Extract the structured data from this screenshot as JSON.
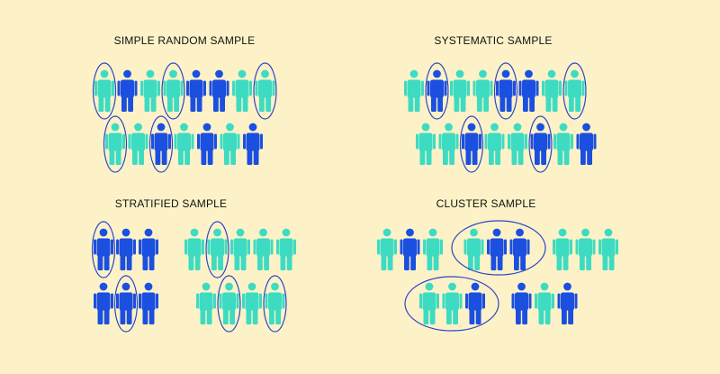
{
  "colors": {
    "background": "#FDF2C7",
    "teal": "#3DDCC2",
    "blue": "#1A4FE0",
    "outline": "#2A45C8",
    "title_text": "#111111"
  },
  "icon": "person-icon",
  "panels": [
    {
      "key": "simple-random-sample",
      "title": "SIMPLE RANDOM SAMPLE",
      "rows": [
        {
          "people": [
            "teal",
            "blue",
            "teal",
            "teal",
            "blue",
            "blue",
            "teal",
            "teal"
          ],
          "selected": [
            0,
            3,
            7
          ]
        },
        {
          "people": [
            "teal",
            "teal",
            "blue",
            "teal",
            "blue",
            "teal",
            "blue"
          ],
          "selected": [
            0,
            2
          ]
        }
      ],
      "groups": []
    },
    {
      "key": "systematic-sample",
      "title": "SYSTEMATIC SAMPLE",
      "rows": [
        {
          "people": [
            "teal",
            "blue",
            "teal",
            "teal",
            "blue",
            "blue",
            "teal",
            "teal"
          ],
          "selected": [
            1,
            4,
            7
          ]
        },
        {
          "people": [
            "teal",
            "teal",
            "blue",
            "teal",
            "teal",
            "blue",
            "teal",
            "blue"
          ],
          "selected": [
            2,
            5
          ]
        }
      ],
      "groups": []
    },
    {
      "key": "stratified-sample",
      "title": "STRATIFIED SAMPLE",
      "strata": [
        {
          "name": "blue-stratum",
          "rows": [
            {
              "people": [
                "blue",
                "blue",
                "blue"
              ],
              "selected": [
                0
              ]
            },
            {
              "people": [
                "blue",
                "blue",
                "blue"
              ],
              "selected": [
                1
              ]
            }
          ]
        },
        {
          "name": "teal-stratum",
          "rows": [
            {
              "people": [
                "teal",
                "teal",
                "teal",
                "teal",
                "teal"
              ],
              "selected": [
                1
              ]
            },
            {
              "people": [
                "teal",
                "teal",
                "teal",
                "teal"
              ],
              "selected": [
                1,
                3
              ]
            }
          ]
        }
      ]
    },
    {
      "key": "cluster-sample",
      "title": "CLUSTER SAMPLE",
      "rows": [
        {
          "people": [
            "teal",
            "blue",
            "teal",
            "teal",
            "blue",
            "blue",
            "teal",
            "teal",
            "teal"
          ]
        },
        {
          "people": [
            "teal",
            "teal",
            "blue",
            "blue",
            "teal",
            "blue"
          ]
        }
      ],
      "selected_clusters": [
        {
          "row": 0,
          "members": [
            3,
            4,
            5
          ]
        },
        {
          "row": 1,
          "members": [
            0,
            1,
            2
          ]
        }
      ]
    }
  ]
}
